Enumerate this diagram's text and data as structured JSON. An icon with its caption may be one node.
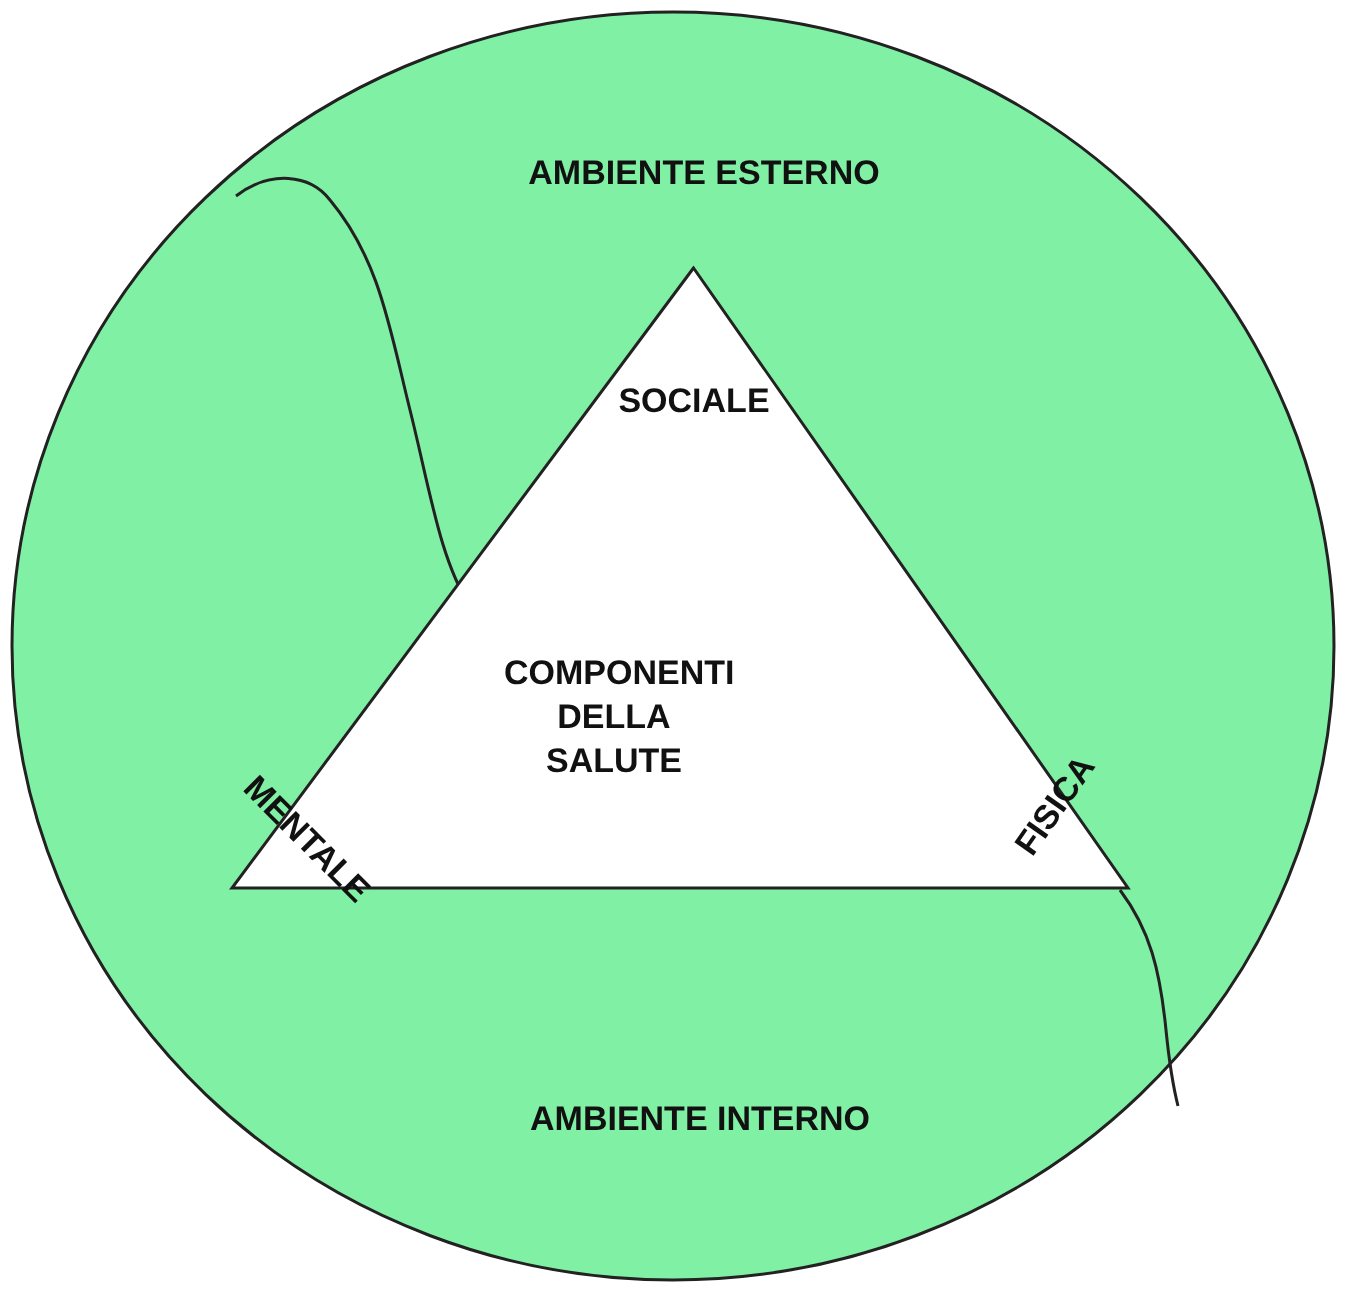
{
  "diagram": {
    "nodes": [
      {
        "text": [
          "AMBIENTE ESTERNO",
          "AMBIENTE INTERNO"
        ]
      },
      {
        "text": [
          "SOCIALE",
          "COMPONENTI DELLA SALUTE",
          "MENTALE",
          "FISICA"
        ],
        "in": 0
      }
    ],
    "edges": []
  }
}
